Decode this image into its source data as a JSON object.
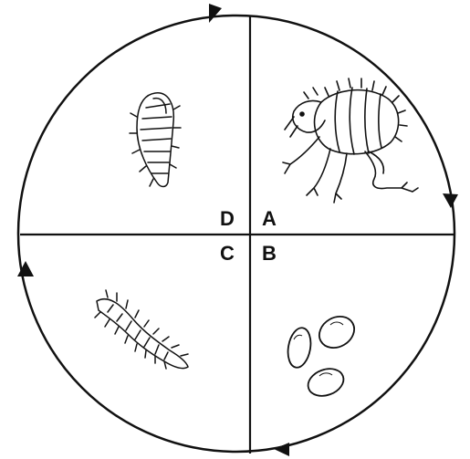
{
  "diagram": {
    "quadrants": [
      {
        "label": "A",
        "illustration": "adult-flea"
      },
      {
        "label": "B",
        "illustration": "flea-eggs"
      },
      {
        "label": "C",
        "illustration": "flea-larva"
      },
      {
        "label": "D",
        "illustration": "flea-pupa-cocoon"
      }
    ],
    "cycle_direction": "clockwise",
    "arrowheads": 4,
    "line_color": "#111111",
    "background": "#ffffff"
  }
}
